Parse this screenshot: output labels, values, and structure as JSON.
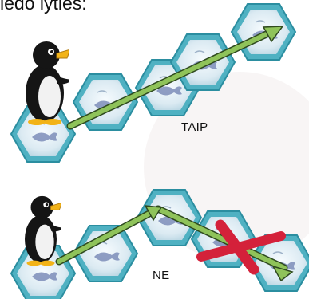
{
  "caption": "ledo lytles:",
  "labels": {
    "yes": "TAIP",
    "no": "NE"
  },
  "colors": {
    "arrow": "#8fc35a",
    "hex_border": "#4fb1c2",
    "cross": "#d4213a"
  },
  "icons": [
    "penguin-icon",
    "fish-icon",
    "arrow-icon",
    "cross-icon"
  ]
}
